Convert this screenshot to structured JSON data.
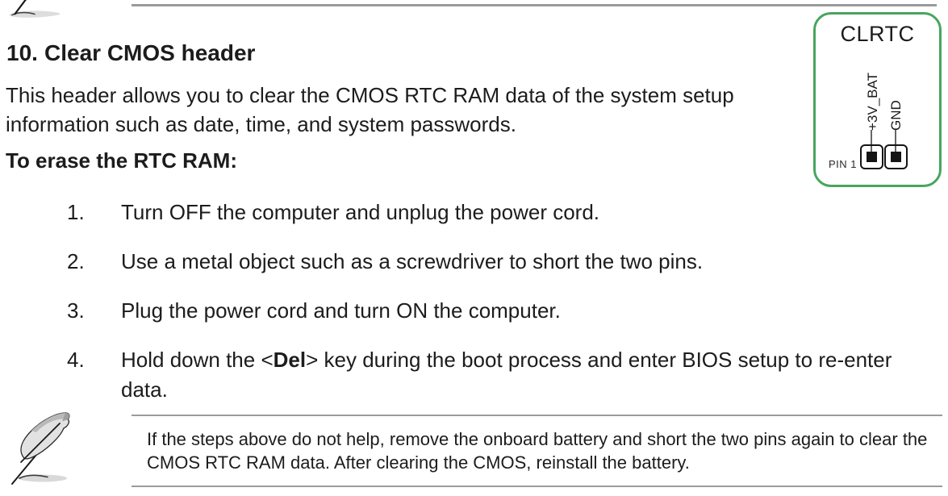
{
  "document": {
    "section_number": "10.",
    "section_title": "Clear CMOS header",
    "intro": "This header allows you to clear the CMOS RTC RAM data of the system setup information such as date, time, and system passwords.",
    "subheading": "To erase the RTC RAM:",
    "steps": [
      {
        "num": "1.",
        "pre": "Turn OFF the computer and unplug the power cord.",
        "bold": "",
        "post": ""
      },
      {
        "num": "2.",
        "pre": "Use a metal object such as a screwdriver to short the two pins.",
        "bold": "",
        "post": ""
      },
      {
        "num": "3.",
        "pre": "Plug the power cord and turn ON the computer.",
        "bold": "",
        "post": ""
      },
      {
        "num": "4.",
        "pre": "Hold down the <",
        "bold": "Del",
        "post": "> key during the boot process and enter BIOS setup to re-enter data."
      }
    ],
    "note": "If the steps above do not help, remove the onboard battery and short the two pins again to clear the CMOS RTC RAM data. After clearing the CMOS, reinstall the battery."
  },
  "diagram": {
    "title": "CLRTC",
    "pin_labels": [
      "+3V_BAT",
      "GND"
    ],
    "pin_marker": "PIN 1",
    "border_color": "#48a55e"
  },
  "icons": {
    "top_icon": "pen-tip-partial",
    "note_icon": "quill-feather"
  }
}
